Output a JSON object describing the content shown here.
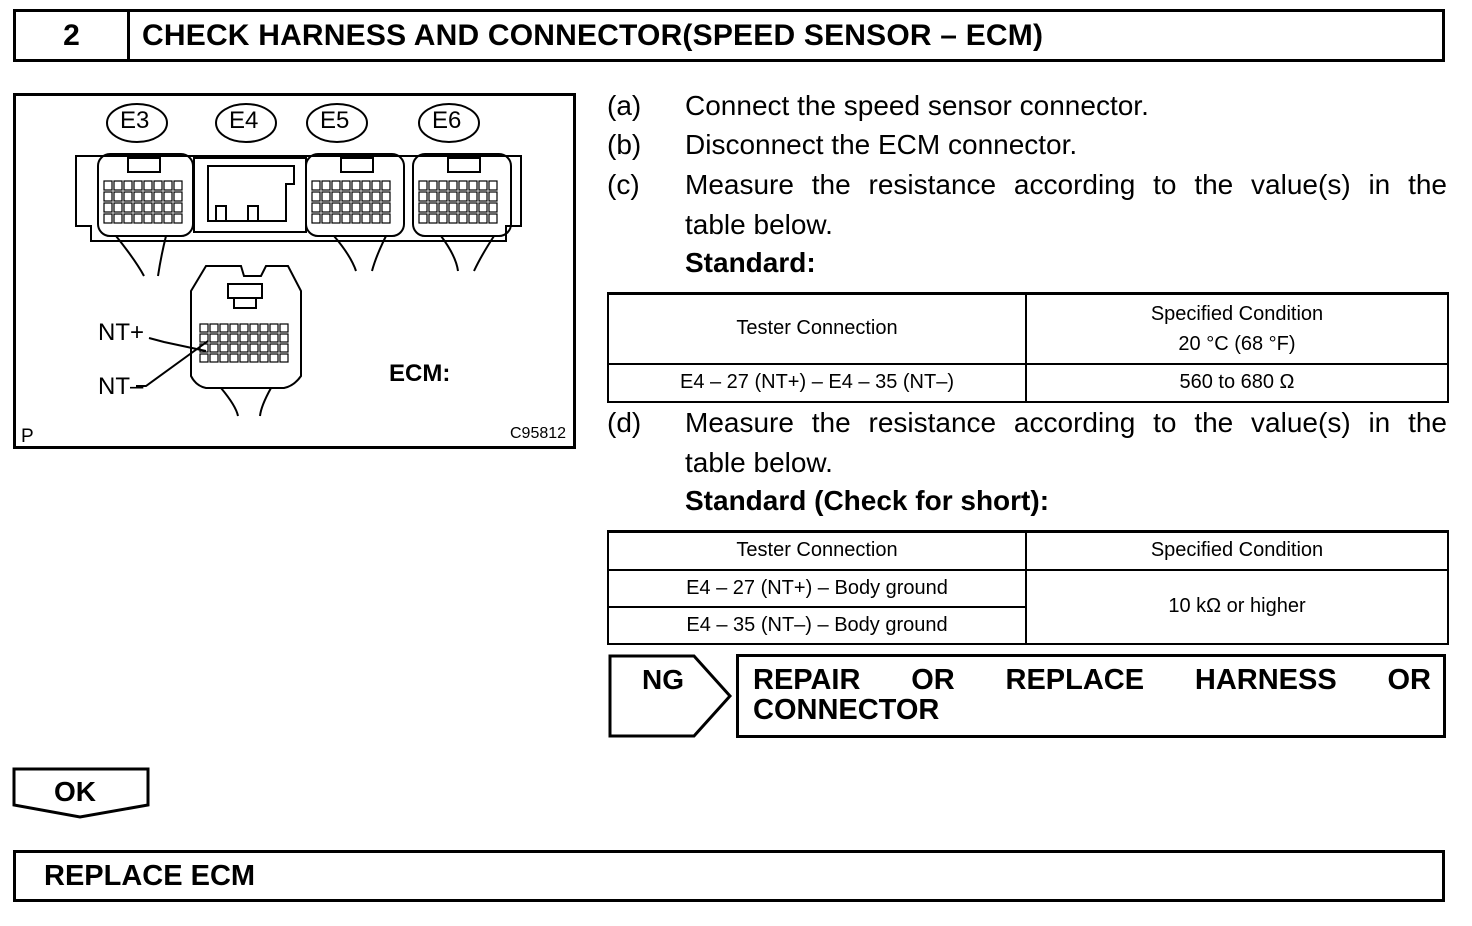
{
  "header": {
    "step_number": "2",
    "title": "CHECK HARNESS AND CONNECTOR(SPEED SENSOR – ECM)"
  },
  "illustration": {
    "connector_labels": [
      "E3",
      "E4",
      "E5",
      "E6"
    ],
    "nt_plus": "NT+",
    "nt_minus": "NT–",
    "ecm_label": "ECM:",
    "corner_left": "P",
    "figure_code": "C95812"
  },
  "steps": {
    "a": {
      "letter": "(a)",
      "text": "Connect the speed sensor connector."
    },
    "b": {
      "letter": "(b)",
      "text": "Disconnect the ECM connector."
    },
    "c": {
      "letter": "(c)",
      "text_line1": "Measure the resistance according to the value(s) in the",
      "text_line2": "table below."
    },
    "c_standard": "Standard:",
    "d": {
      "letter": "(d)",
      "text_line1": "Measure the resistance according to the value(s) in the",
      "text_line2": "table below."
    },
    "d_standard": "Standard (Check for short):"
  },
  "table1": {
    "header_connection": "Tester Connection",
    "header_condition_line1": "Specified Condition",
    "header_condition_line2": "20 °C (68 °F)",
    "row_connection": "E4 – 27 (NT+) – E4 – 35 (NT–)",
    "row_condition": "560 to 680 Ω"
  },
  "table2": {
    "header_connection": "Tester Connection",
    "header_condition": "Specified Condition",
    "row1_connection": "E4 – 27 (NT+) – Body ground",
    "row2_connection": "E4 – 35 (NT–) – Body ground",
    "condition": "10 kΩ or higher"
  },
  "ng": {
    "label": "NG",
    "action_line1": "REPAIR OR REPLACE HARNESS OR",
    "action_line2": "CONNECTOR"
  },
  "ok": {
    "label": "OK"
  },
  "final": {
    "action": "REPLACE ECM"
  }
}
